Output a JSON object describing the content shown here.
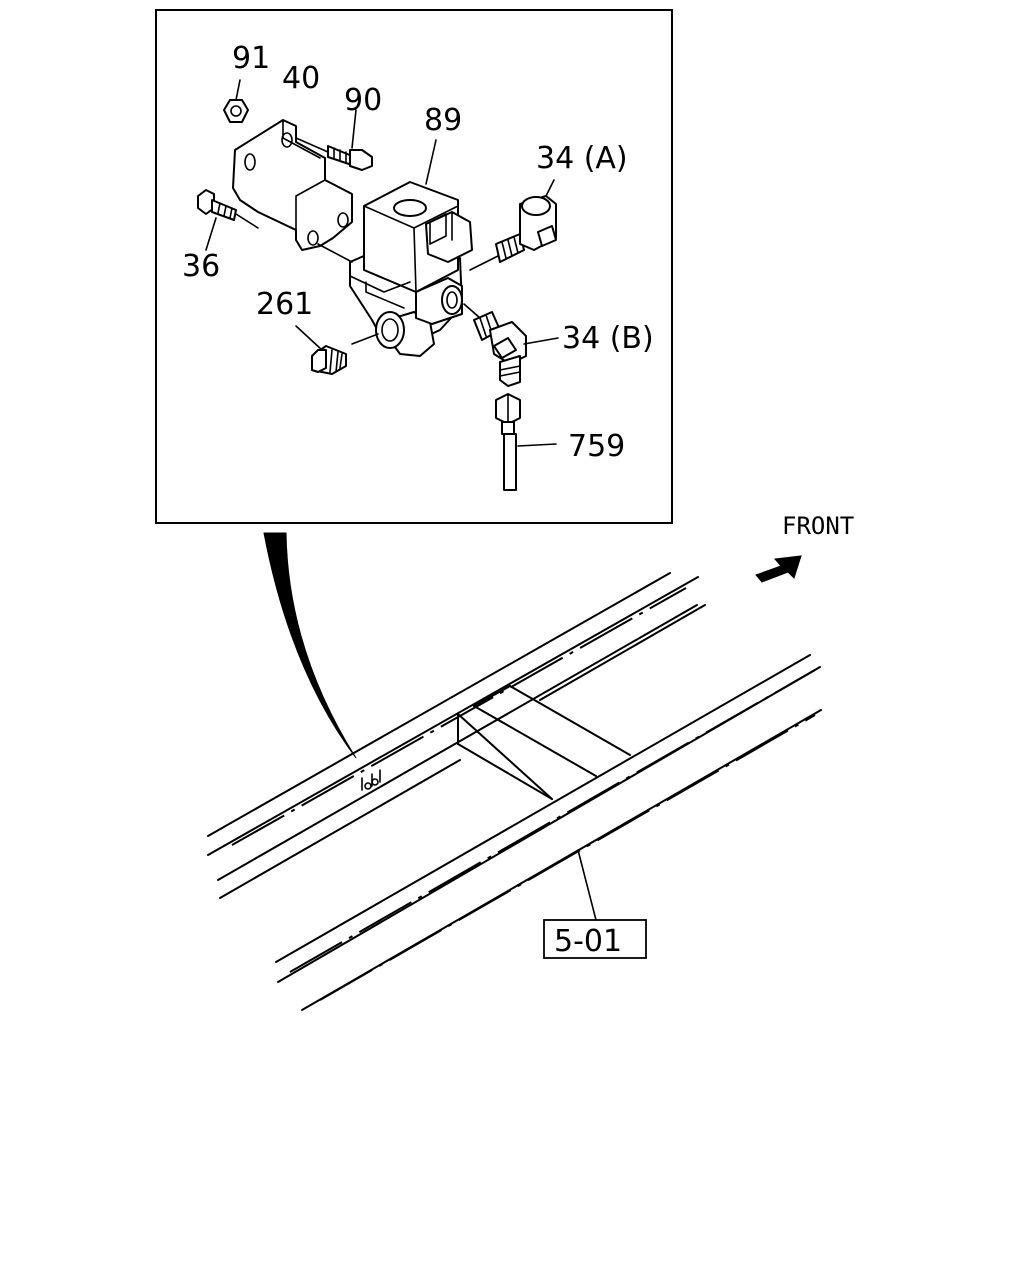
{
  "callouts": {
    "p91": "91",
    "p40": "40",
    "p90": "90",
    "p89": "89",
    "p34a": "34 (A)",
    "p36": "36",
    "p261": "261",
    "p34b": "34 (B)",
    "p759": "759"
  },
  "front_label": "FRONT",
  "section_ref": "5-01"
}
